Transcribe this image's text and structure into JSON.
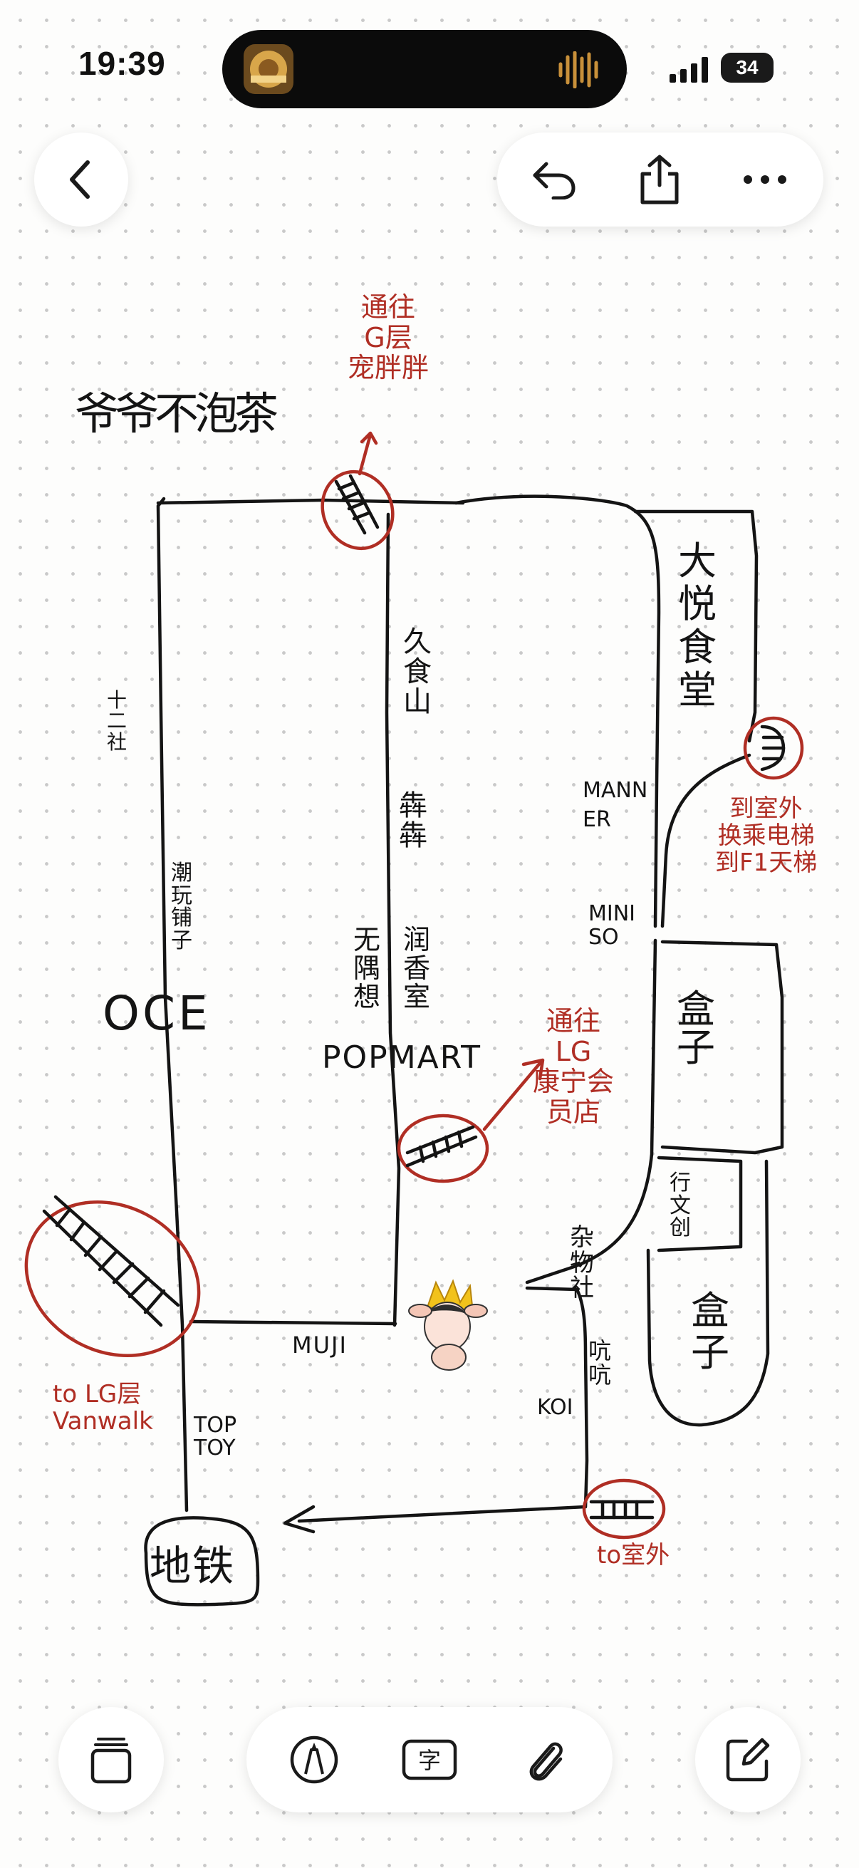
{
  "status_bar": {
    "time": "19:39",
    "battery": "34"
  },
  "sketch": {
    "title": "爷爷不泡茶",
    "stores": {
      "jiushi": "久\n食\n山",
      "ben": "犇\n犇",
      "wuli": "无\n隅\n想",
      "rundu": "润\n香\n室",
      "popmart": "POPMART",
      "manner": "MANN\nER",
      "miniso": "MINI\nSO",
      "dayue": "大\n悦\n食\n堂",
      "he": "盒\n子",
      "xingwen": "行\n文\n创",
      "he2": "盒\n子",
      "zawushe": "杂\n物\n社",
      "shiling": "十\n二\n社",
      "lanyi": "潮\n玩\n铺\n子",
      "occ": "OCE",
      "muji": "MUJI",
      "toptoy": "TOP\nTOY",
      "koi": "KOI",
      "mama": "吭\n吭",
      "ditie": "地铁"
    },
    "notes": {
      "g_floor": "通往\nG层\n宠胖胖",
      "outdoor_a": "到室外\n换乘电梯\n到F1天梯",
      "lg": "通往\nLG\n康宁会\n员店",
      "lg_vanwalk": "to LG层\nVanwalk",
      "to_outside": "to室外"
    }
  },
  "colors": {
    "ink": "#141414",
    "accent_red": "#b02e24"
  }
}
